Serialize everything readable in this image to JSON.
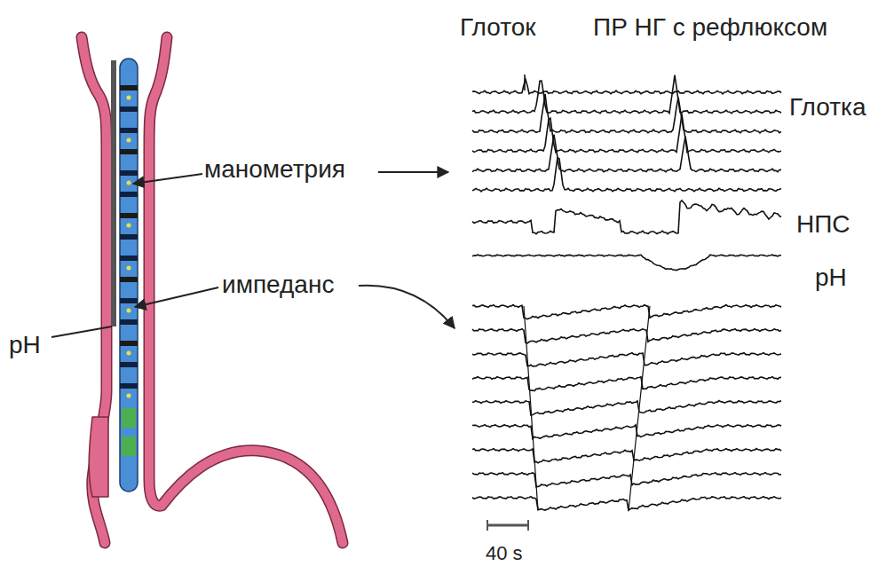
{
  "diagram": {
    "labels": [
      "Глоток",
      "ПР НГ с рефлюксом",
      "Глотка",
      "манометрия",
      "НПС",
      "pH",
      "импеданс",
      "pH",
      "40 s"
    ]
  }
}
